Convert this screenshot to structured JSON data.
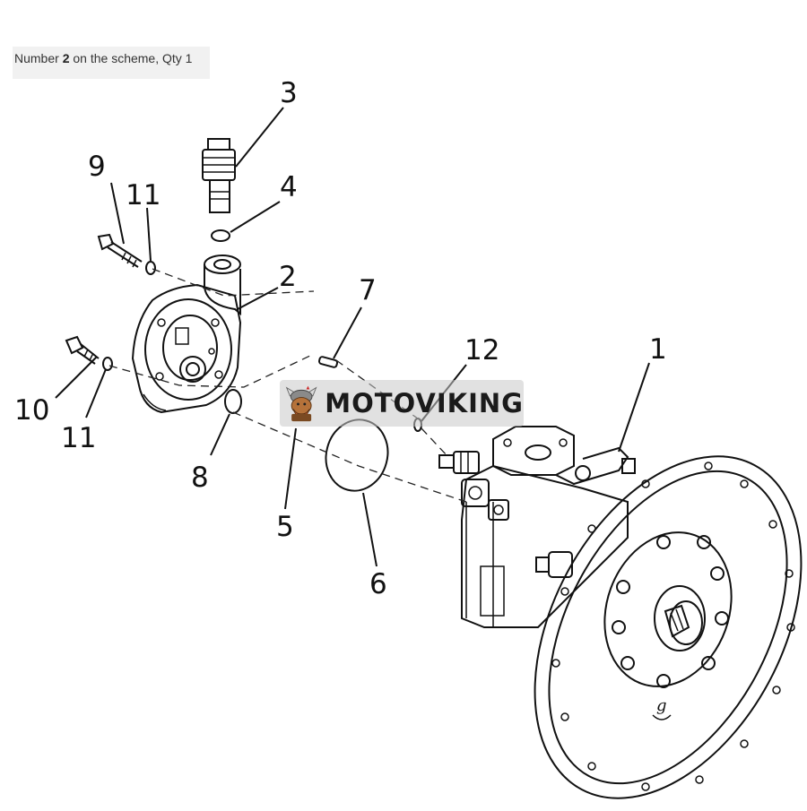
{
  "caption": {
    "prefix": "Number ",
    "number": "2",
    "suffix": " on the scheme, Qty 1"
  },
  "callouts": [
    {
      "id": "callout-1",
      "text": "1"
    },
    {
      "id": "callout-2",
      "text": "2"
    },
    {
      "id": "callout-3",
      "text": "3"
    },
    {
      "id": "callout-4",
      "text": "4"
    },
    {
      "id": "callout-5",
      "text": "5"
    },
    {
      "id": "callout-6",
      "text": "6"
    },
    {
      "id": "callout-7",
      "text": "7"
    },
    {
      "id": "callout-8",
      "text": "8"
    },
    {
      "id": "callout-9",
      "text": "9"
    },
    {
      "id": "callout-10",
      "text": "10"
    },
    {
      "id": "callout-11a",
      "text": "11"
    },
    {
      "id": "callout-11b",
      "text": "11"
    },
    {
      "id": "callout-12",
      "text": "12"
    }
  ],
  "watermark": {
    "brand": "MOTOVIKING"
  },
  "colors": {
    "line": "#111111",
    "caption_bg": "#f1f1f1",
    "watermark_bg": "#c8c8c8"
  }
}
